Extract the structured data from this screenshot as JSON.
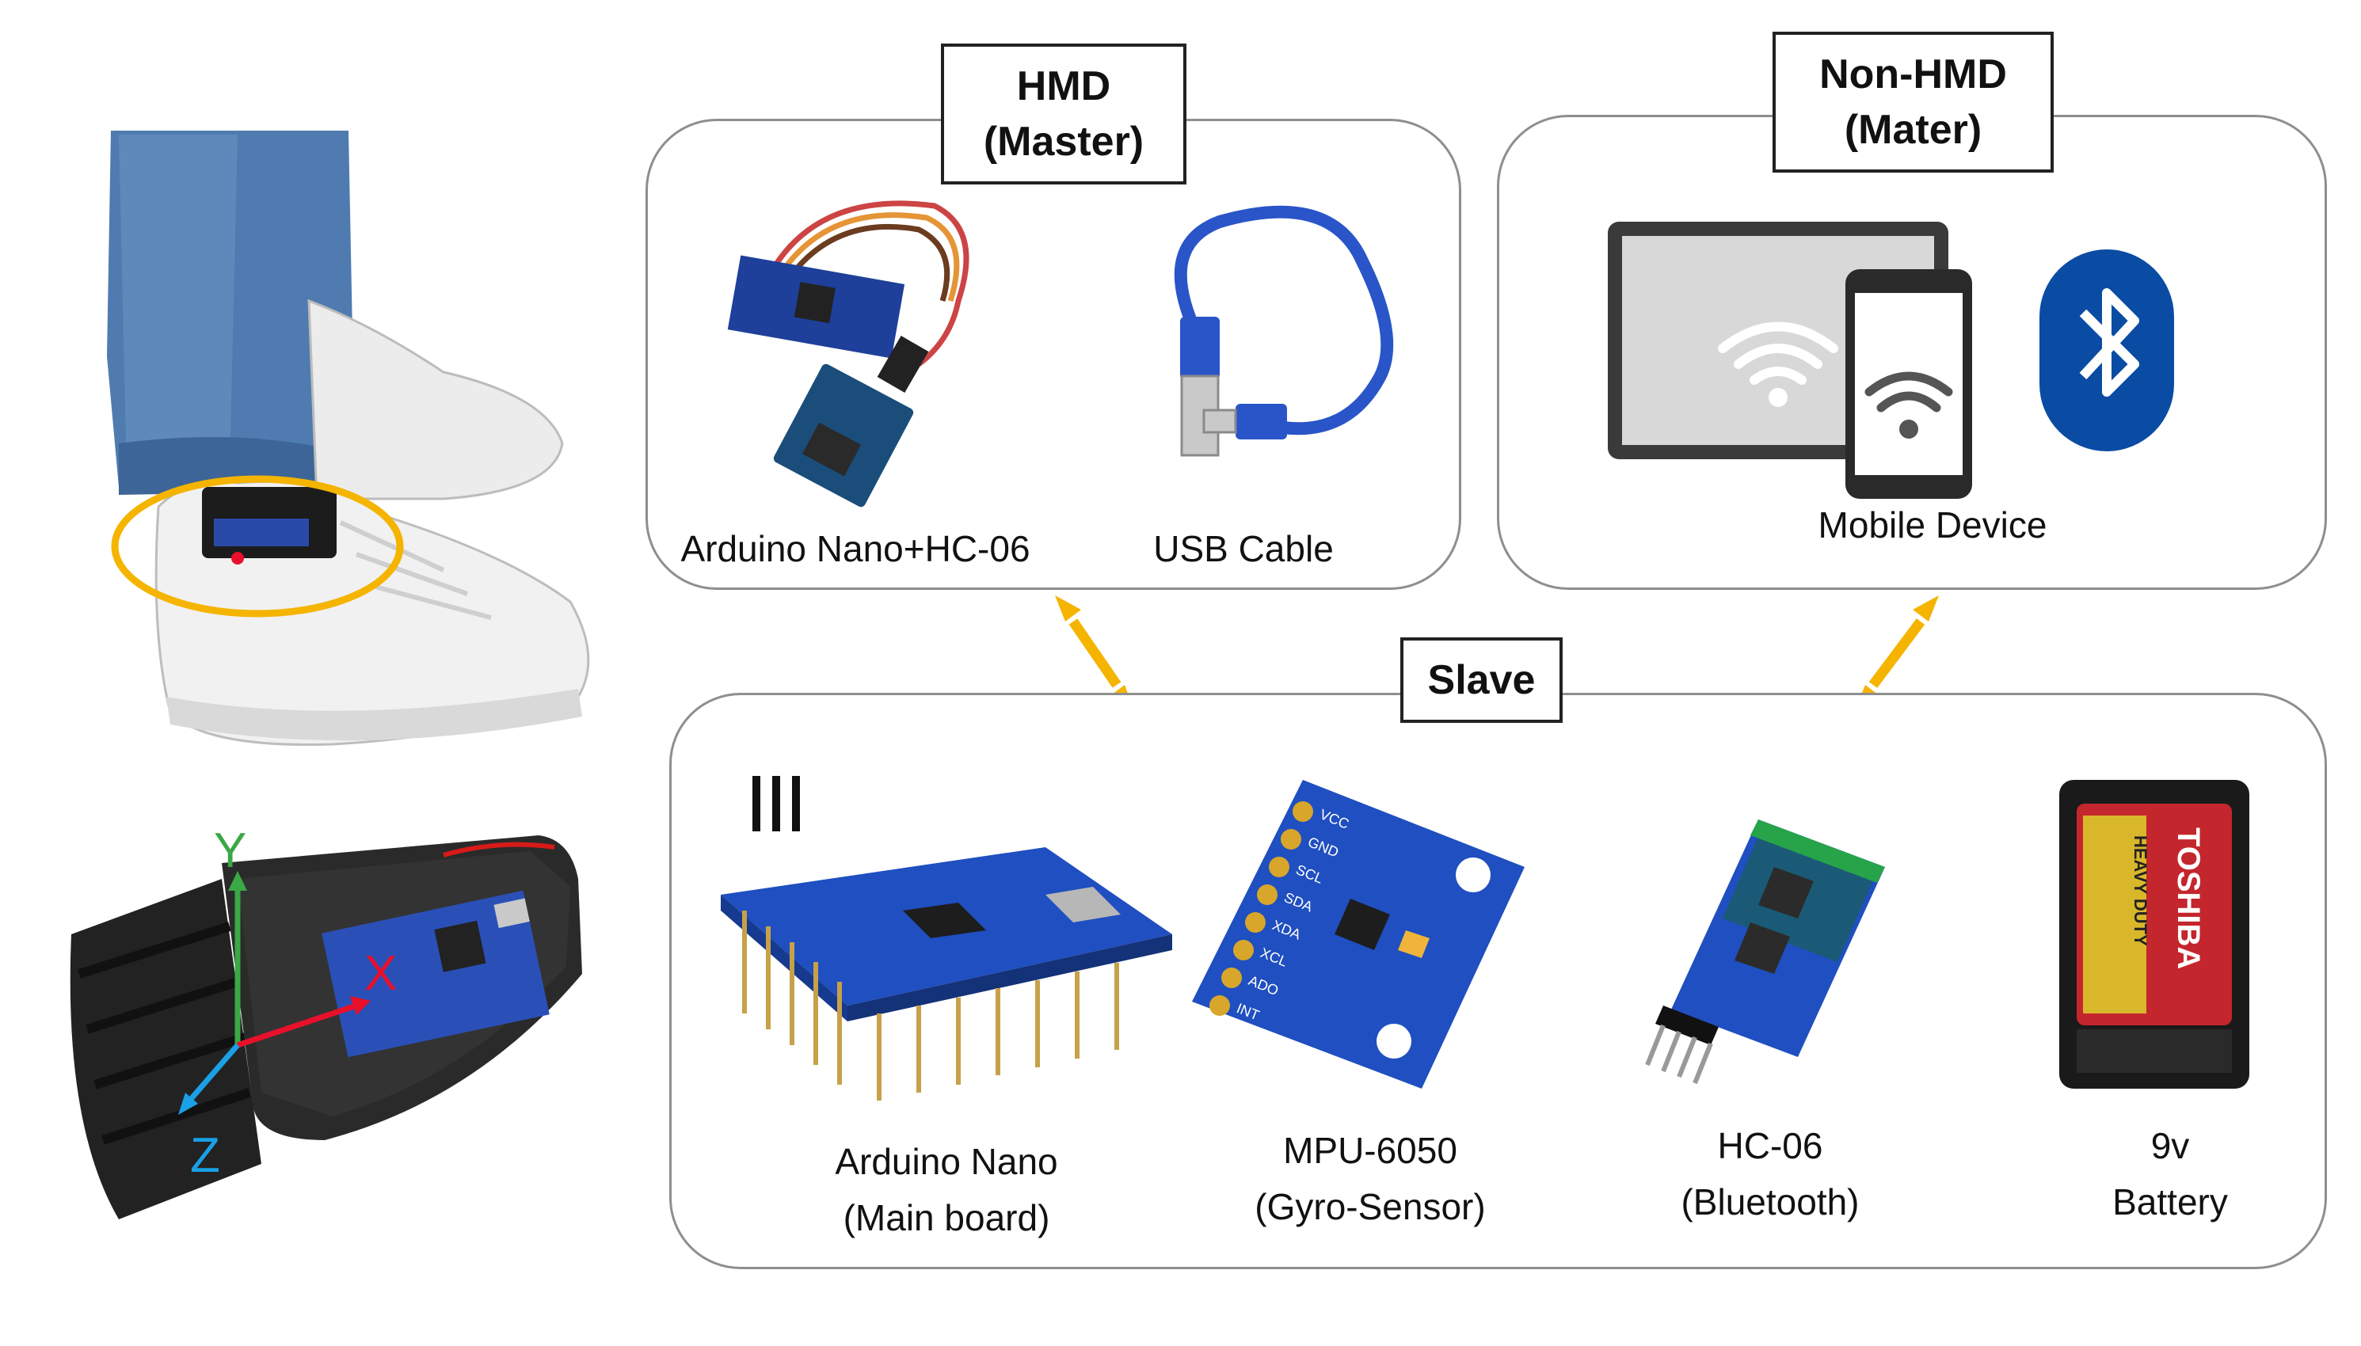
{
  "hmd": {
    "title_line1": "HMD",
    "title_line2": "(Master)",
    "items": [
      {
        "label": "Arduino Nano+HC-06"
      },
      {
        "label": "USB Cable"
      }
    ]
  },
  "non_hmd": {
    "title_line1": "Non-HMD",
    "title_line2": "(Mater)",
    "items": [
      {
        "label": "Mobile Device"
      }
    ]
  },
  "slave": {
    "title": "Slave",
    "items": [
      {
        "line1": "Arduino Nano",
        "line2": "(Main board)"
      },
      {
        "line1": "MPU-6050",
        "line2": "(Gyro-Sensor)"
      },
      {
        "line1": "HC-06",
        "line2": "(Bluetooth)"
      },
      {
        "line1": "9v",
        "line2": "Battery"
      }
    ]
  },
  "axes": {
    "x": "X",
    "y": "Y",
    "z": "Z"
  },
  "colors": {
    "arrow": "#f5b400",
    "highlight": "#f5b400",
    "bluetooth": "#0a4ca3",
    "pcb": "#1f4fc0",
    "axis_x": "#e8102a",
    "axis_y": "#3aa845",
    "axis_z": "#1aa0e6"
  },
  "chips": {
    "gyro_pins": [
      "VCC",
      "GND",
      "SCL",
      "SDA",
      "XDA",
      "XCL",
      "ADO",
      "INT"
    ],
    "battery_brand": "TOSHIBA",
    "battery_type": "HEAVY DUTY"
  }
}
